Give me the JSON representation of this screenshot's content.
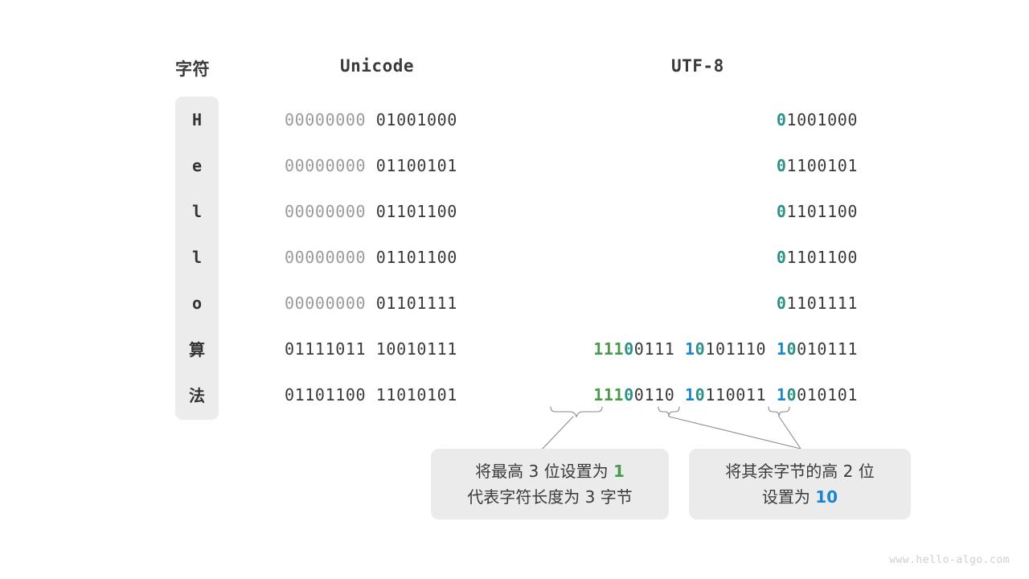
{
  "headers": {
    "char": "字符",
    "unicode": "Unicode",
    "utf8": "UTF-8"
  },
  "rows": [
    {
      "char": "H",
      "unicode_high": "00000000 ",
      "unicode_low": "01001000",
      "utf8_parts": [
        {
          "text": "0",
          "color": "teal"
        },
        {
          "text": "1001000",
          "color": "dark"
        }
      ]
    },
    {
      "char": "e",
      "unicode_high": "00000000 ",
      "unicode_low": "01100101",
      "utf8_parts": [
        {
          "text": "0",
          "color": "teal"
        },
        {
          "text": "1100101",
          "color": "dark"
        }
      ]
    },
    {
      "char": "l",
      "unicode_high": "00000000 ",
      "unicode_low": "01101100",
      "utf8_parts": [
        {
          "text": "0",
          "color": "teal"
        },
        {
          "text": "1101100",
          "color": "dark"
        }
      ]
    },
    {
      "char": "l",
      "unicode_high": "00000000 ",
      "unicode_low": "01101100",
      "utf8_parts": [
        {
          "text": "0",
          "color": "teal"
        },
        {
          "text": "1101100",
          "color": "dark"
        }
      ]
    },
    {
      "char": "o",
      "unicode_high": "00000000 ",
      "unicode_low": "01101111",
      "utf8_parts": [
        {
          "text": "0",
          "color": "teal"
        },
        {
          "text": "1101111",
          "color": "dark"
        }
      ]
    },
    {
      "char": "算",
      "unicode_high": "01111011 ",
      "unicode_low": "10010111",
      "unicode_high_dim": false,
      "utf8_parts": [
        {
          "text": "111",
          "color": "green"
        },
        {
          "text": "0",
          "color": "teal"
        },
        {
          "text": "0111 ",
          "color": "dark"
        },
        {
          "text": "1",
          "color": "blue"
        },
        {
          "text": "0",
          "color": "teal"
        },
        {
          "text": "101110 ",
          "color": "dark"
        },
        {
          "text": "1",
          "color": "blue"
        },
        {
          "text": "0",
          "color": "teal"
        },
        {
          "text": "010111",
          "color": "dark"
        }
      ]
    },
    {
      "char": "法",
      "unicode_high": "01101100 ",
      "unicode_low": "11010101",
      "unicode_high_dim": false,
      "utf8_parts": [
        {
          "text": "111",
          "color": "green"
        },
        {
          "text": "0",
          "color": "teal"
        },
        {
          "text": "0110 ",
          "color": "dark"
        },
        {
          "text": "1",
          "color": "blue"
        },
        {
          "text": "0",
          "color": "teal"
        },
        {
          "text": "110011 ",
          "color": "dark"
        },
        {
          "text": "1",
          "color": "blue"
        },
        {
          "text": "0",
          "color": "teal"
        },
        {
          "text": "010101",
          "color": "dark"
        }
      ]
    }
  ],
  "callouts": [
    {
      "lines": [
        [
          {
            "text": "将最高 3 位设置为 ",
            "color": "dark"
          },
          {
            "text": "1",
            "color": "green"
          }
        ],
        [
          {
            "text": "代表字符长度为 3 字节",
            "color": "dark"
          }
        ]
      ]
    },
    {
      "lines": [
        [
          {
            "text": "将其余字节的高 2 位",
            "color": "dark"
          }
        ],
        [
          {
            "text": "设置为 ",
            "color": "dark"
          },
          {
            "text": "10",
            "color": "blue"
          }
        ]
      ]
    }
  ],
  "watermark": "www.hello-algo.com",
  "colors": {
    "green": "#4a9a4e",
    "teal": "#2e9185",
    "blue": "#1b86cd",
    "dark": "#3a3a3a",
    "dim": "#9a9a9a",
    "panel": "#ececec",
    "callout_bg": "#ebebeb",
    "watermark": "#cfcfcf"
  }
}
